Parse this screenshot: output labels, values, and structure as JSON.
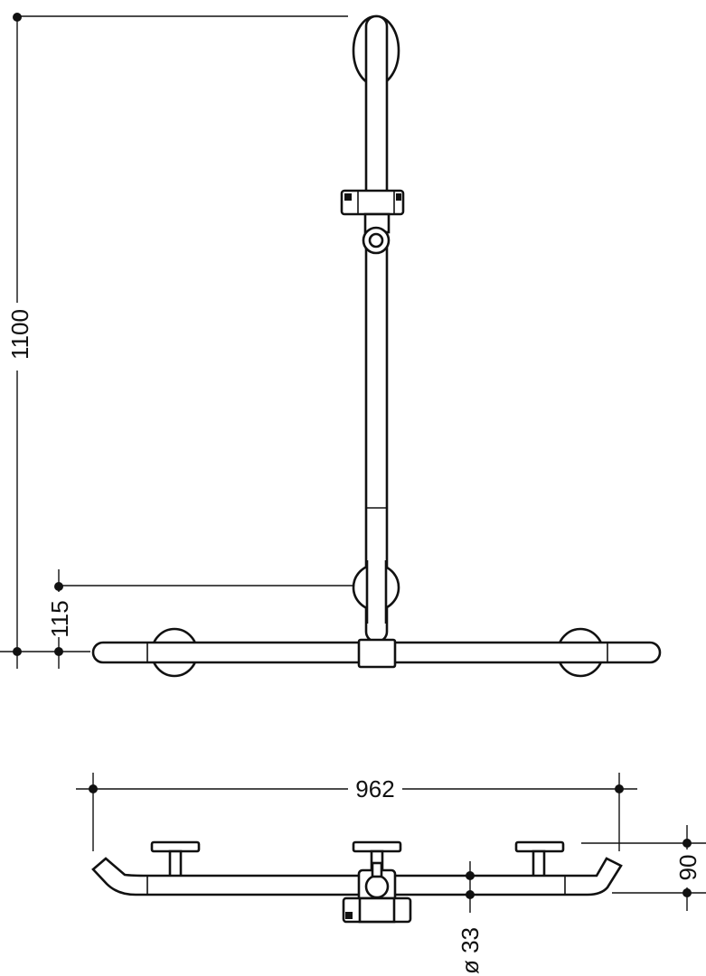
{
  "dimensions": {
    "height_total": "1100",
    "height_lower": "115",
    "width_total": "962",
    "depth": "90",
    "diameter": "ø 33"
  },
  "colors": {
    "ink": "#111111",
    "paper": "#ffffff"
  }
}
